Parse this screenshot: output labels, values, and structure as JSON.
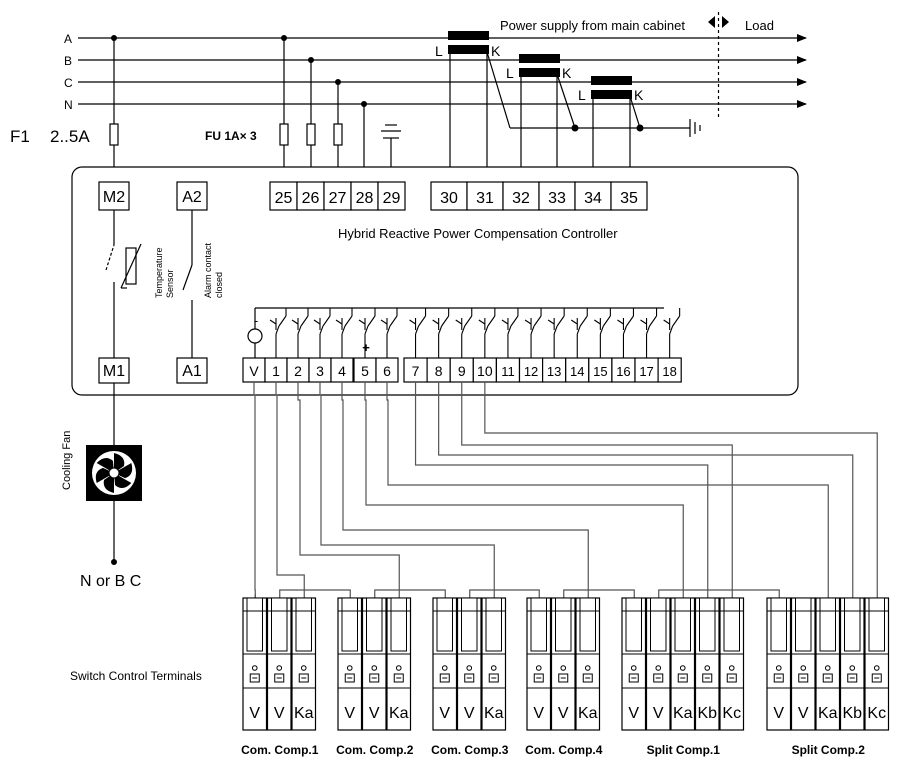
{
  "header": {
    "power_supply": "Power supply from main cabinet",
    "load": "Load"
  },
  "phases": [
    "A",
    "B",
    "C",
    "N"
  ],
  "fuses": {
    "f1_label": "F1",
    "f1_rating": "2..5A",
    "fu_label": "FU 1A× 3"
  },
  "ct_labels": {
    "l": "L",
    "k": "K"
  },
  "controller": {
    "title": "Hybrid Reactive Power Compensation Controller",
    "m2": "M2",
    "a2": "A2",
    "m1": "M1",
    "a1": "A1",
    "temp_sensor": [
      "Temperature",
      "Sensor"
    ],
    "alarm_contact": [
      "Alarm contact",
      "closed"
    ],
    "plus": "+",
    "minus": "-",
    "top_terminals_left": [
      "25",
      "26",
      "27",
      "28",
      "29"
    ],
    "top_terminals_right": [
      "30",
      "31",
      "32",
      "33",
      "34",
      "35"
    ],
    "bottom_terminals": [
      "V",
      "1",
      "2",
      "3",
      "4",
      "5",
      "6",
      "7",
      "8",
      "9",
      "10",
      "11",
      "12",
      "13",
      "14",
      "15",
      "16",
      "17",
      "18"
    ]
  },
  "cooling_fan": "Cooling Fan",
  "neutral_label": "N or B C",
  "switch_control": "Switch Control Terminals",
  "groups": [
    {
      "name": "Com. Comp.1",
      "labels": [
        "V",
        "V",
        "Ka"
      ]
    },
    {
      "name": "Com. Comp.2",
      "labels": [
        "V",
        "V",
        "Ka"
      ]
    },
    {
      "name": "Com. Comp.3",
      "labels": [
        "V",
        "V",
        "Ka"
      ]
    },
    {
      "name": "Com. Comp.4",
      "labels": [
        "V",
        "V",
        "Ka"
      ]
    },
    {
      "name": "Split Comp.1",
      "labels": [
        "V",
        "V",
        "Ka",
        "Kb",
        "Kc"
      ]
    },
    {
      "name": "Split Comp.2",
      "labels": [
        "V",
        "V",
        "Ka",
        "Kb",
        "Kc"
      ]
    }
  ]
}
